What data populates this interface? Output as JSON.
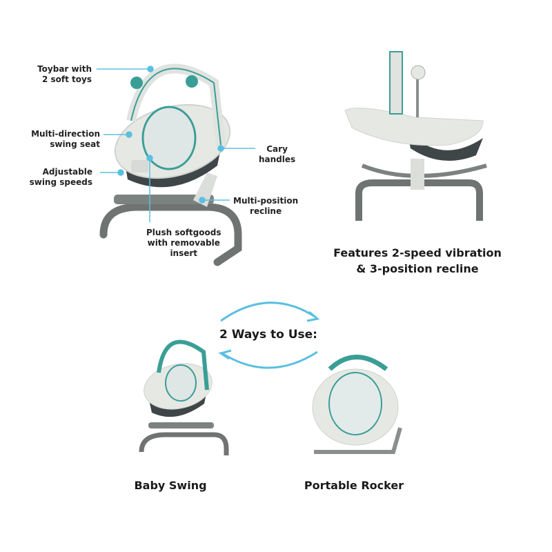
{
  "callouts": {
    "toybar": "Toybar with\n2 soft toys",
    "swing_seat": "Multi-direction\nswing seat",
    "speeds": "Adjustable\nswing speeds",
    "handles": "Cary\nhandles",
    "recline": "Multi-position\nrecline",
    "softgoods": "Plush softgoods\nwith removable\ninsert"
  },
  "features_caption": "Features 2-speed vibration\n& 3-position recline",
  "ways_title": "2 Ways to Use:",
  "modes": [
    "Baby Swing",
    "Portable Rocker"
  ],
  "colors": {
    "accent": "#5bbfe0",
    "fabric_teal": "#3a9e96",
    "seat": "#e6e8e4",
    "base": "#6f7472",
    "shell": "#3e4648"
  }
}
